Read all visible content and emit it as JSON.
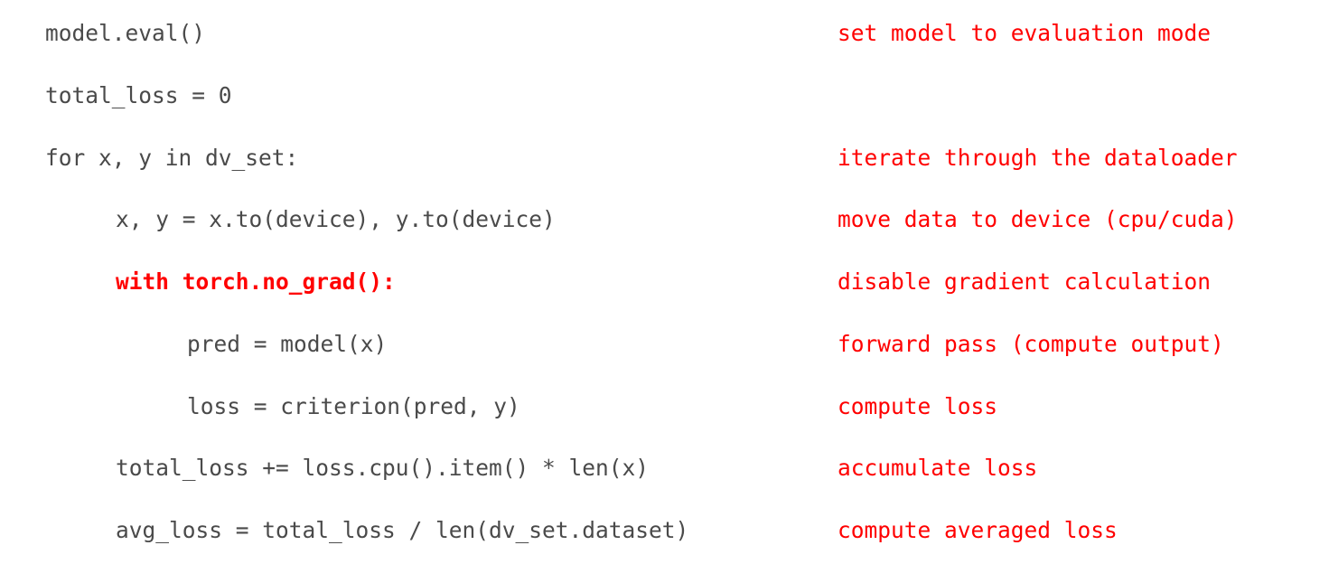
{
  "lines": [
    {
      "code": "model.eval()",
      "comment": "set model to evaluation mode"
    },
    {
      "code": "total_loss = 0",
      "comment": ""
    },
    {
      "code": "for x, y in dv_set:",
      "comment": "iterate through the dataloader"
    },
    {
      "code": "x, y = x.to(device), y.to(device)",
      "comment": "move data to device (cpu/cuda)"
    },
    {
      "code": "with torch.no_grad():",
      "comment": "disable gradient calculation"
    },
    {
      "code": "pred = model(x)",
      "comment": "forward pass (compute output)"
    },
    {
      "code": "loss = criterion(pred, y)",
      "comment": "compute loss"
    },
    {
      "code": "total_loss += loss.cpu().item() * len(x)",
      "comment": "accumulate loss"
    },
    {
      "code": "avg_loss = total_loss / len(dv_set.dataset)",
      "comment": "compute averaged loss"
    }
  ],
  "colors": {
    "code_text": "#4a4a4a",
    "highlight": "#ff0000",
    "comment": "#ff0000",
    "background": "#ffffff"
  }
}
